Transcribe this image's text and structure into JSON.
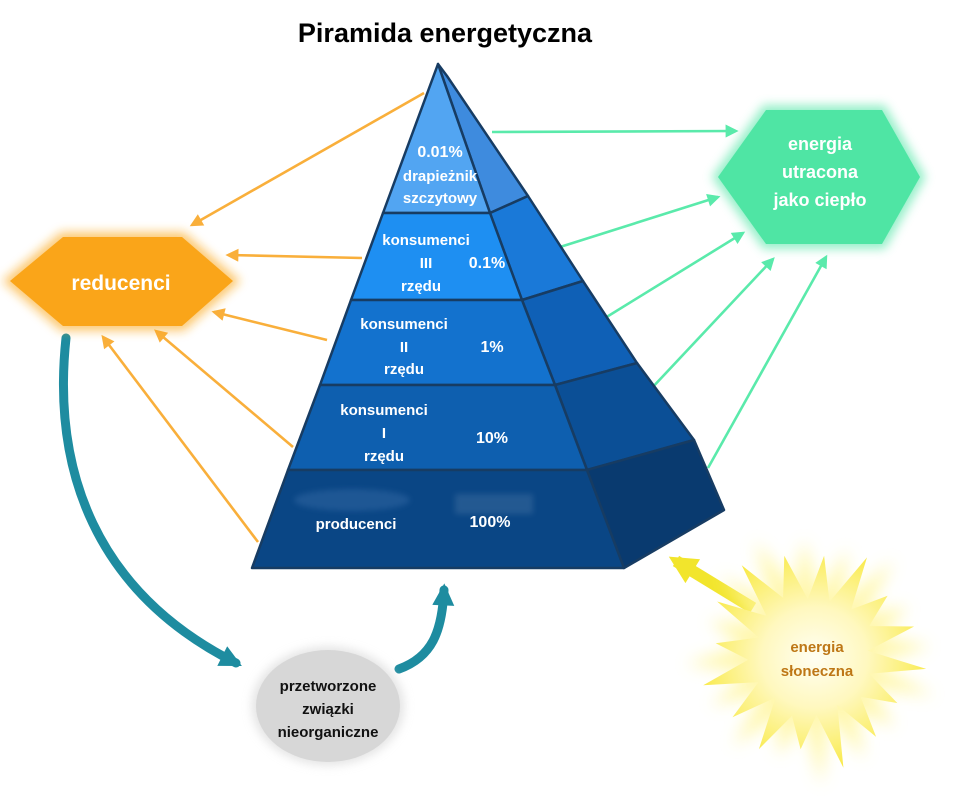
{
  "title": "Piramida energetyczna",
  "pyramid": {
    "levels": [
      {
        "percent": "0.01%",
        "line1": "drapieżnik",
        "line2": "szczytowy",
        "front": "#52A5F2",
        "side": "#3E8BDE"
      },
      {
        "percent": "0.1%",
        "line1": "konsumenci",
        "line2": "III",
        "line3": "rzędu",
        "front": "#1E8FF2",
        "side": "#1A79D8"
      },
      {
        "percent": "1%",
        "line1": "konsumenci",
        "line2": "II",
        "line3": "rzędu",
        "front": "#1372CE",
        "side": "#0F60B6"
      },
      {
        "percent": "10%",
        "line1": "konsumenci",
        "line2": "I",
        "line3": "rzędu",
        "front": "#0E5FAF",
        "side": "#0B4F96"
      },
      {
        "percent": "100%",
        "line1": "producenci",
        "front": "#0A4685",
        "side": "#093A6F"
      }
    ]
  },
  "reducenci": {
    "label": "reducenci",
    "color": "#FAA519"
  },
  "heat": {
    "line1": "energia",
    "line2": "utracona",
    "line3": "jako ciepło",
    "color": "#4FE5A4"
  },
  "inorganic": {
    "line1": "przetworzone",
    "line2": "związki",
    "line3": "nieorganiczne",
    "color": "#D7D7D7",
    "text_color": "#111111"
  },
  "sun": {
    "line1": "energia",
    "line2": "słoneczna",
    "color": "#F7E41F",
    "text_color": "#BE7716"
  },
  "arrows": {
    "orange": "#F9AF3B",
    "green": "#5AEAAB",
    "teal": "#1E8CA0",
    "yellow": "#F2E52C"
  }
}
